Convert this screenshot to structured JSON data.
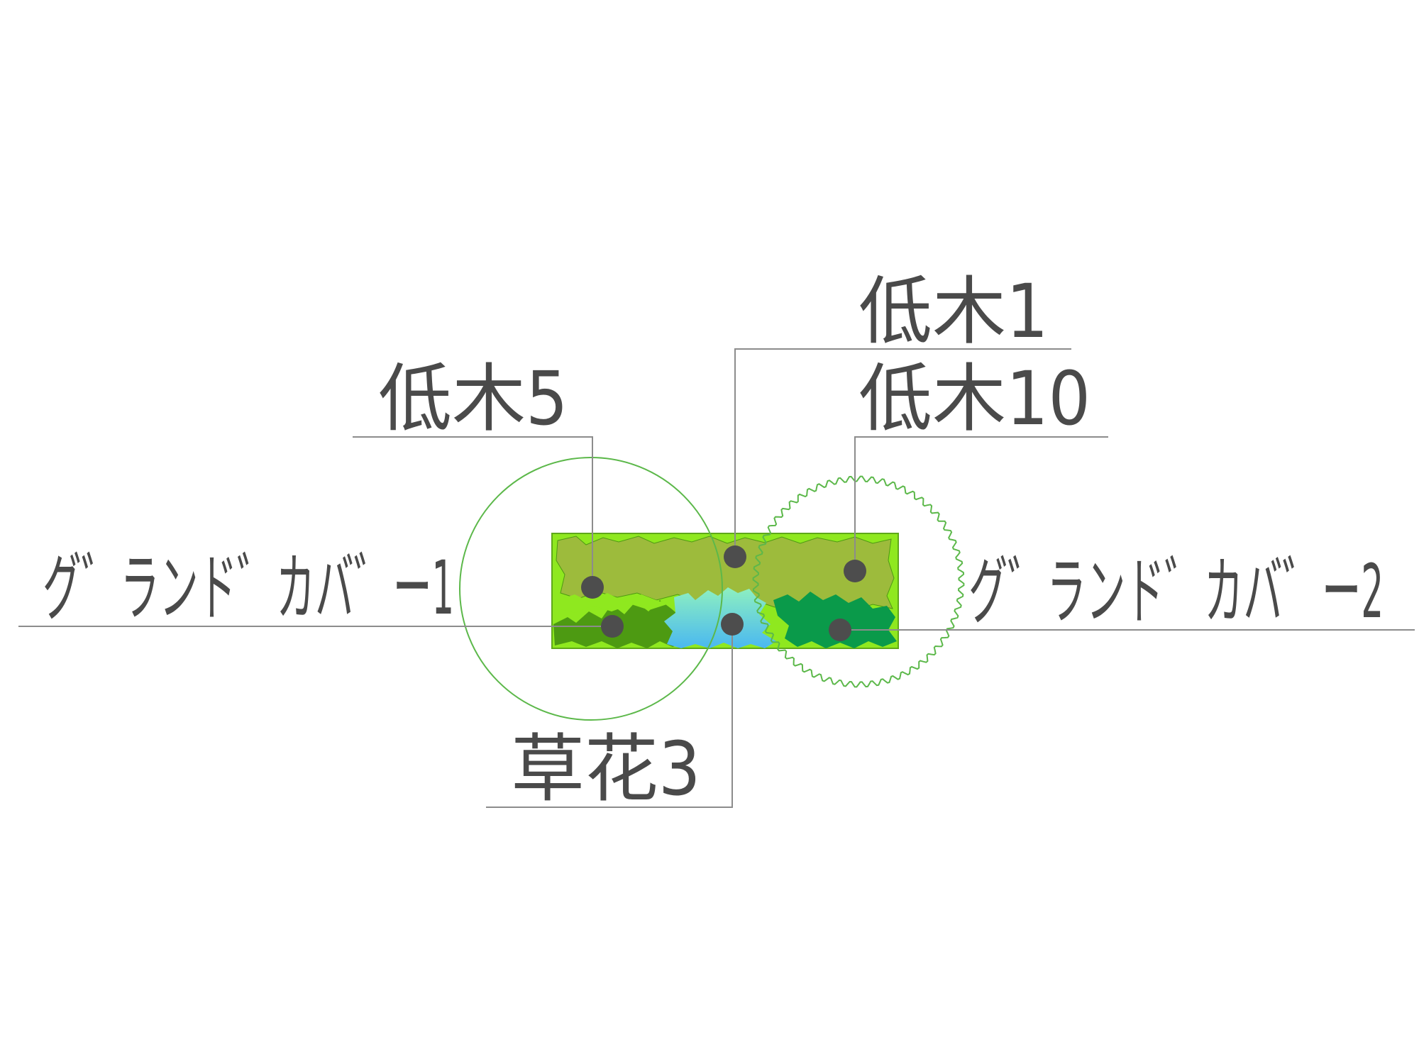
{
  "colors": {
    "background": "#ffffff",
    "bed_fill": "#8fe81f",
    "bed_stroke": "#5fa81a",
    "shrub_olive": "#9dbb3c",
    "shrub_dark": "#4d9a12",
    "shrub_green": "#0a9a4a",
    "flower_top": "#8ef0c0",
    "flower_bottom": "#4ab8f0",
    "tree_outline": "#5cb84a",
    "marker": "#4d4d4d",
    "leader": "#8c8c8c",
    "text": "#4a4a4a"
  },
  "labels": {
    "shrub_1": "低木1",
    "shrub_10": "低木10",
    "shrub_5": "低木5",
    "groundcover_1": "グ゛ランド゛カバ゛ー1",
    "groundcover_2": "グ゛ランド゛カバ゛ー2",
    "flower_3": "草花3"
  },
  "icons": {
    "marker": "filled-circle-marker",
    "tree_canopy_left": "smooth-circle-canopy",
    "tree_canopy_right": "wavy-circle-canopy"
  }
}
